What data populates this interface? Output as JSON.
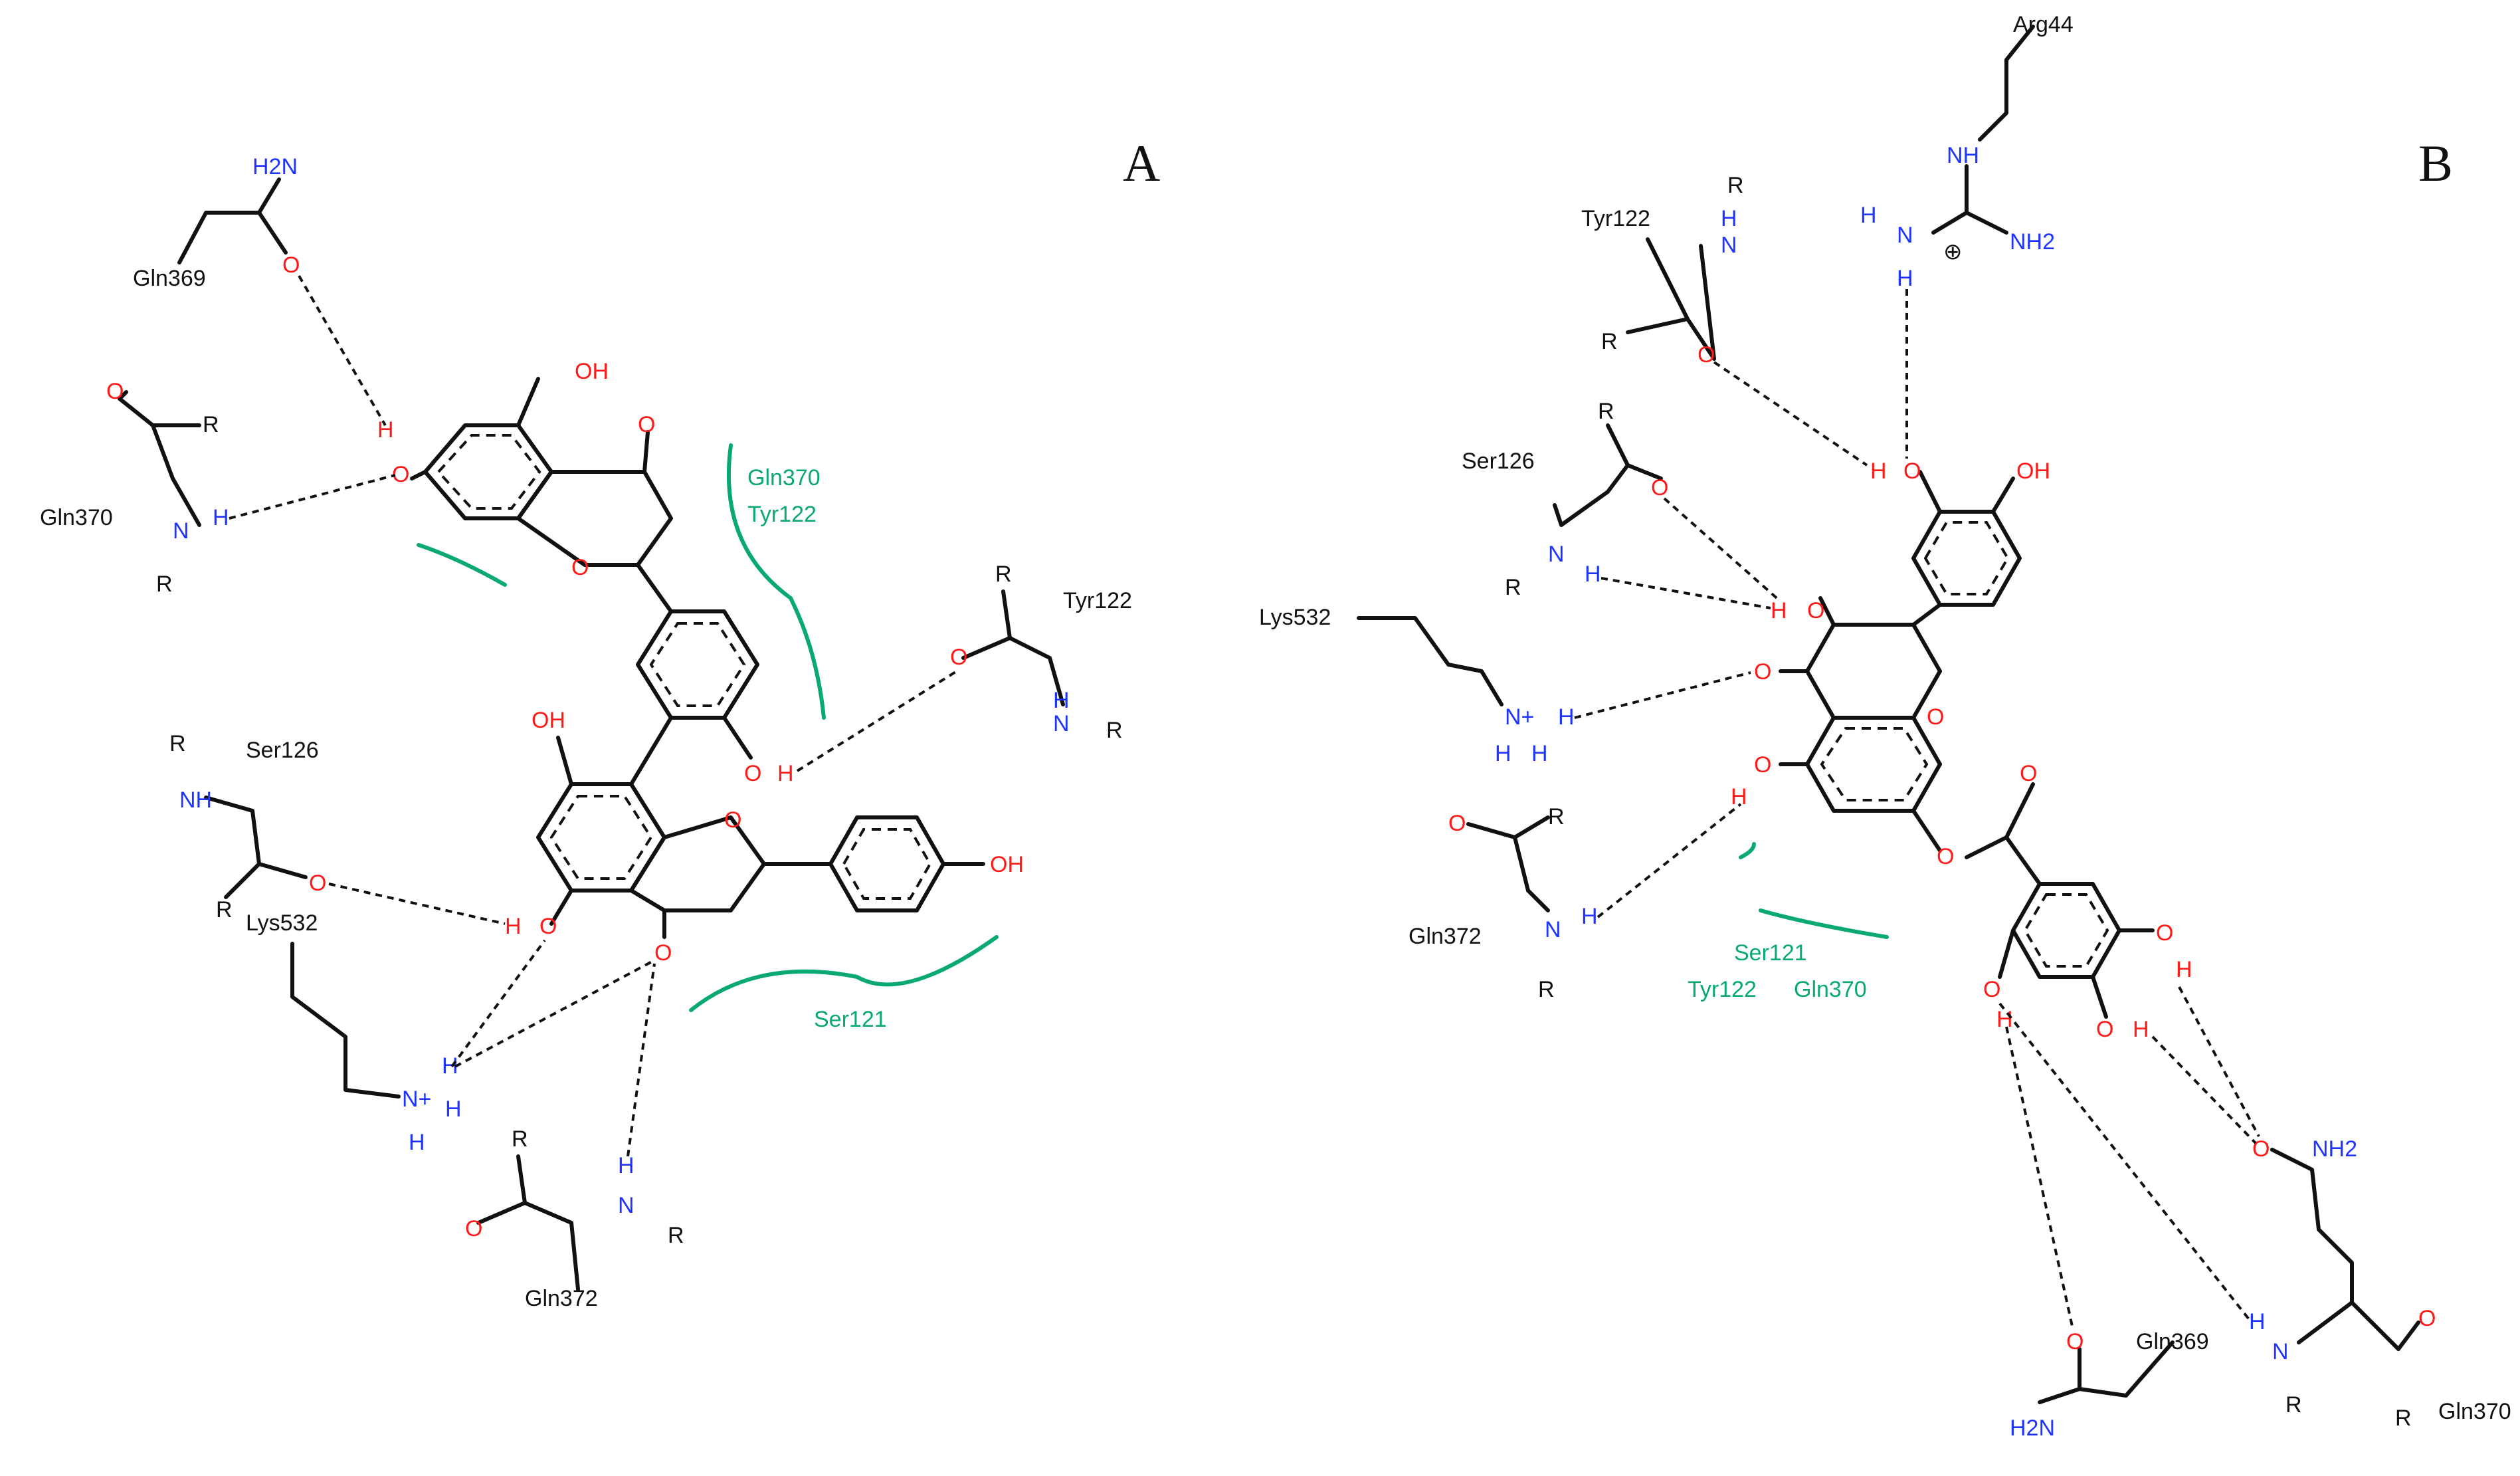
{
  "colors": {
    "carbon": "#111111",
    "oxygen": "#ff1a1a",
    "nitrogen": "#1f35ff",
    "contact": "#0aa872"
  },
  "panels": [
    {
      "id": "A",
      "label": "A",
      "residues": [
        "Gln369",
        "Gln370",
        "Tyr122",
        "Ser126",
        "Lys532",
        "Gln372"
      ],
      "contact_labels": [
        "Gln370",
        "Tyr122",
        "Ser121"
      ]
    },
    {
      "id": "B",
      "label": "B",
      "residues": [
        "Arg44",
        "Tyr122",
        "Ser126",
        "Lys532",
        "Gln372",
        "Gln369",
        "Gln370"
      ],
      "contact_labels": [
        "Ser121",
        "Tyr122",
        "Gln370"
      ]
    }
  ],
  "atoms": {
    "O": "O",
    "OH": "OH",
    "H": "H",
    "N": "N",
    "NH": "NH",
    "H2N": "H2N",
    "NH2": "NH2",
    "R": "R",
    "Nplus": "N+",
    "charge": "⊕"
  }
}
